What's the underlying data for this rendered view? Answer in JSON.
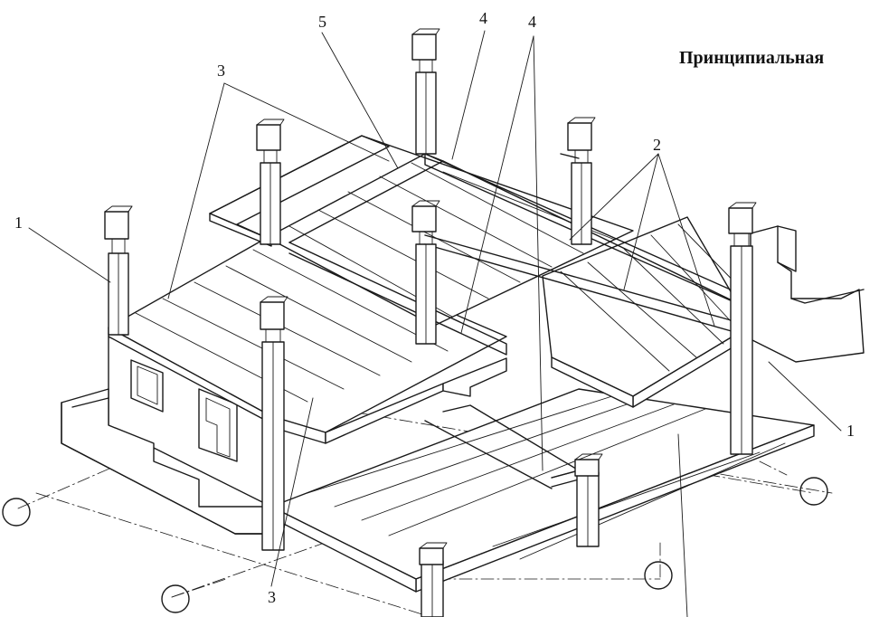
{
  "title": "Принципиальная",
  "callouts": [
    {
      "id": "label-1-left",
      "text": "1"
    },
    {
      "id": "label-1-right",
      "text": "1"
    },
    {
      "id": "label-2",
      "text": "2"
    },
    {
      "id": "label-3-top",
      "text": "3"
    },
    {
      "id": "label-3-bottom",
      "text": "3"
    },
    {
      "id": "label-4-a",
      "text": "4"
    },
    {
      "id": "label-4-b",
      "text": "4"
    },
    {
      "id": "label-5",
      "text": "5"
    }
  ],
  "colors": {
    "ink": "#1a1a1a",
    "paper": "#ffffff"
  },
  "icons": [
    "axis-marker-circle"
  ]
}
